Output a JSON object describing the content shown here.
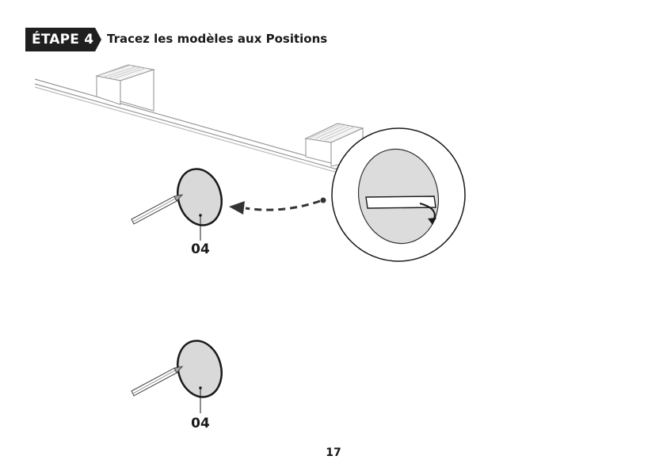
{
  "step": {
    "badge": "ÉTAPE 4",
    "title": "Tracez les modèles aux Positions"
  },
  "positions": [
    {
      "label": "04"
    },
    {
      "label": "04"
    }
  ],
  "page_number": "17",
  "icons": [
    "pencil-icon",
    "dashed-arrow-icon",
    "rotate-arrow-icon"
  ]
}
